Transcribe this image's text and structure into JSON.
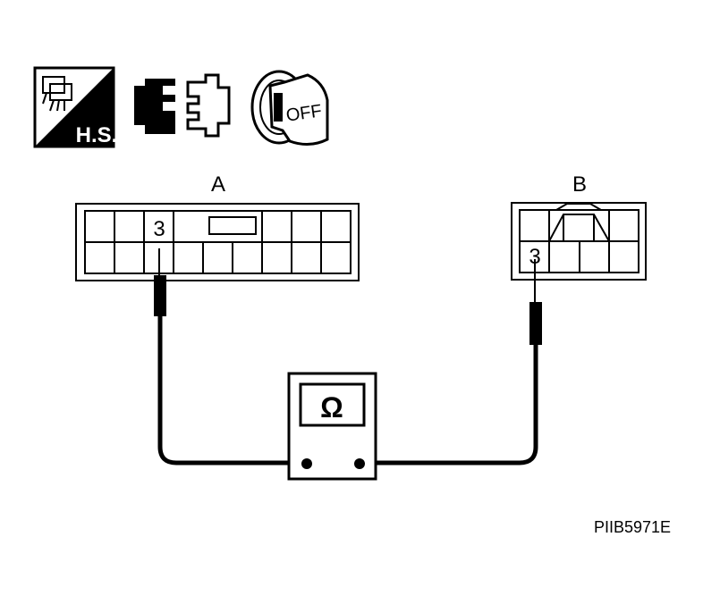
{
  "icons": {
    "hs_badge": {
      "text": "H.S.",
      "icon": "harness-service-icon"
    },
    "connector_disconnect": {
      "icon": "connector-disconnect-icon"
    },
    "ignition_key": {
      "text": "OFF",
      "icon": "ignition-key-off-icon"
    }
  },
  "connectors": {
    "a": {
      "label": "A",
      "pin_label": "3"
    },
    "b": {
      "label": "B",
      "pin_label": "3"
    }
  },
  "meter": {
    "symbol": "Ω",
    "icon": "ohmmeter-icon"
  },
  "figure_code": "PIIB5971E",
  "colors": {
    "ink": "#000000",
    "paper": "#ffffff"
  }
}
